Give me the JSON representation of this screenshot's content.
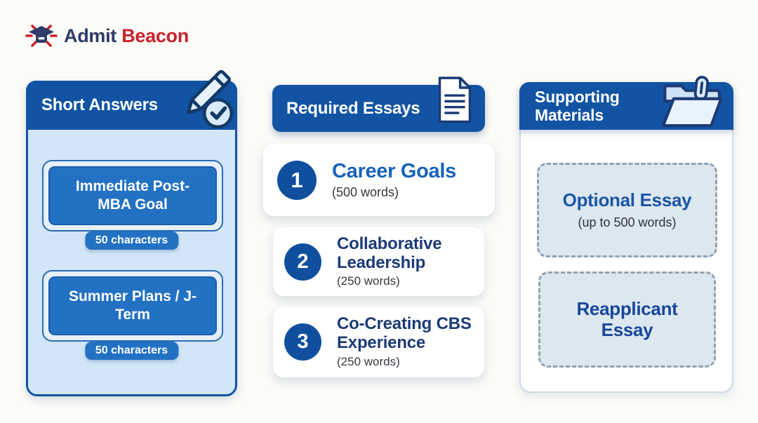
{
  "brand": {
    "logo_primary": "Admit",
    "logo_secondary": "Beacon"
  },
  "short_answers": {
    "title": "Short Answers",
    "icon": "pencil-check-icon",
    "items": [
      {
        "title": "Immediate Post-MBA Goal",
        "limit": "50 characters"
      },
      {
        "title": "Summer Plans / J-Term",
        "limit": "50 characters"
      }
    ]
  },
  "required_essays": {
    "title": "Required Essays",
    "icon": "document-icon",
    "items": [
      {
        "number": "1",
        "title": "Career Goals",
        "limit": "(500 words)"
      },
      {
        "number": "2",
        "title": "Collaborative Leadership",
        "limit": "(250 words)"
      },
      {
        "number": "3",
        "title": "Co-Creating CBS Experience",
        "limit": "(250 words)"
      }
    ]
  },
  "supporting_materials": {
    "title": "Supporting Materials",
    "icon": "folder-paperclip-icon",
    "items": [
      {
        "title": "Optional Essay",
        "limit": "(up to 500 words)"
      },
      {
        "title": "Reapplicant Essay"
      }
    ]
  },
  "colors": {
    "header_blue": "#1254a3",
    "panel_light_blue": "#d2e6f8",
    "card_blue": "#2371c3",
    "badge_blue": "#0f4f9e",
    "accent_blue": "#1763b5",
    "navy_text": "#1c3a75",
    "brand_navy": "#2e3b69",
    "brand_red": "#c92128"
  }
}
